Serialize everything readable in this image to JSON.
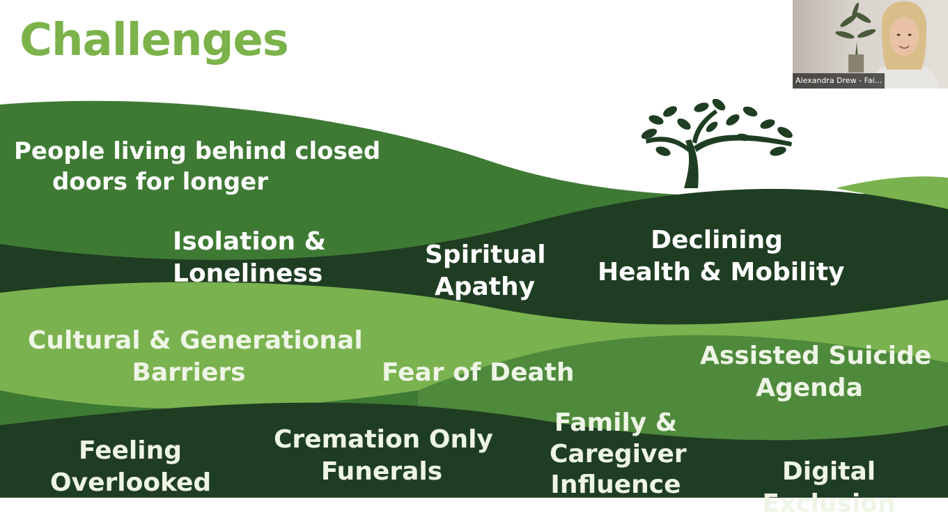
{
  "slide": {
    "title": "Challenges",
    "labels": [
      {
        "id": "living-behind-doors",
        "lines": [
          "People living behind closed",
          "doors for longer"
        ]
      },
      {
        "id": "isolation",
        "lines": [
          "Isolation &",
          "Loneliness"
        ]
      },
      {
        "id": "spiritual-apathy",
        "lines": [
          "Spiritual",
          "Apathy"
        ]
      },
      {
        "id": "declining-health",
        "lines": [
          "Declining",
          "Health & Mobility"
        ]
      },
      {
        "id": "cultural-barriers",
        "lines": [
          "Cultural & Generational",
          "Barriers"
        ]
      },
      {
        "id": "fear-of-death",
        "lines": [
          "Fear of Death"
        ]
      },
      {
        "id": "assisted-suicide",
        "lines": [
          "Assisted Suicide",
          "Agenda"
        ]
      },
      {
        "id": "feeling-overlooked",
        "lines": [
          "Feeling",
          "Overlooked"
        ]
      },
      {
        "id": "cremation",
        "lines": [
          "Cremation Only",
          "Funerals"
        ]
      },
      {
        "id": "family-caregiver",
        "lines": [
          "Family &",
          "Caregiver",
          "Influence"
        ]
      },
      {
        "id": "digital-exclusion",
        "lines": [
          "Digital",
          "Exclusion"
        ]
      }
    ],
    "icon": "tree-icon",
    "colors": {
      "title": "#7cb24a",
      "dark_green": "#1f3d22",
      "mid_green": "#3f7a36",
      "light_green": "#7ab24f"
    }
  },
  "webcam": {
    "participant_name": "Alexandra Drew - Fai..."
  }
}
